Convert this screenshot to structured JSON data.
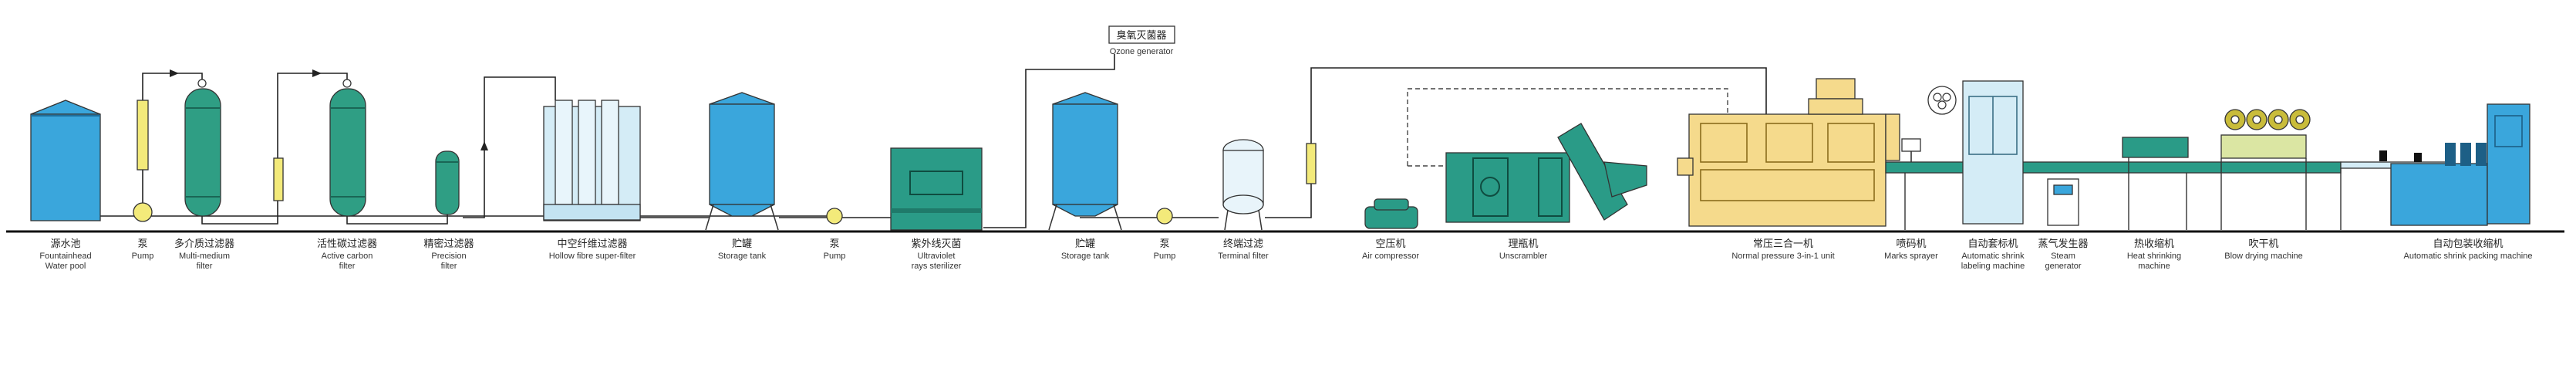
{
  "colors": {
    "tank_blue": "#3aa6dc",
    "filter_green": "#2f9e84",
    "equipment_teal": "#2a9b87",
    "bottling_yellow": "#f5da8c",
    "pale_blue": "#d4ecf6",
    "yellow_filter": "#f3ea7a",
    "line": "#222222"
  },
  "labels": {
    "fountainhead": {
      "zh": "源水池",
      "en1": "Fountainhead",
      "en2": "Water pool"
    },
    "pump1": {
      "zh": "泵",
      "en1": "Pump"
    },
    "multimedium": {
      "zh": "多介质过滤器",
      "en1": "Multi-medium",
      "en2": "filter"
    },
    "carbon": {
      "zh": "活性碳过滤器",
      "en1": "Active carbon",
      "en2": "filter"
    },
    "precision": {
      "zh": "精密过滤器",
      "en1": "Precision",
      "en2": "filter"
    },
    "hollow": {
      "zh": "中空纤维过滤器",
      "en1": "Hollow fibre super-filter"
    },
    "storage1": {
      "zh": "贮罐",
      "en1": "Storage tank"
    },
    "pump2": {
      "zh": "泵",
      "en1": "Pump"
    },
    "uv": {
      "zh": "紫外线灭菌",
      "en1": "Ultraviolet",
      "en2": "rays sterilizer"
    },
    "storage2": {
      "zh": "贮罐",
      "en1": "Storage tank"
    },
    "pump3": {
      "zh": "泵",
      "en1": "Pump"
    },
    "terminal": {
      "zh": "终端过滤",
      "en1": "Terminal filter"
    },
    "aircomp": {
      "zh": "空压机",
      "en1": "Air compressor"
    },
    "unscrambler": {
      "zh": "理瓶机",
      "en1": "Unscrambler"
    },
    "threeinone": {
      "zh": "常压三合一机",
      "en1": "Normal pressure 3-in-1 unit"
    },
    "marks": {
      "zh": "喷码机",
      "en1": "Marks sprayer"
    },
    "shrinklabel": {
      "zh": "自动套标机",
      "en1": "Automatic shrink",
      "en2": "labeling machine"
    },
    "steam": {
      "zh": "蒸气发生器",
      "en1": "Steam",
      "en2": "generator"
    },
    "heatshrink": {
      "zh": "热收缩机",
      "en1": "Heat shrinking",
      "en2": "machine"
    },
    "blowdry": {
      "zh": "吹干机",
      "en1": "Blow drying machine"
    },
    "packing": {
      "zh": "自动包装收缩机",
      "en1": "Automatic shrink packing machine"
    },
    "ozone": {
      "zh": "臭氧灭菌器",
      "en1": "Ozone generator"
    }
  }
}
